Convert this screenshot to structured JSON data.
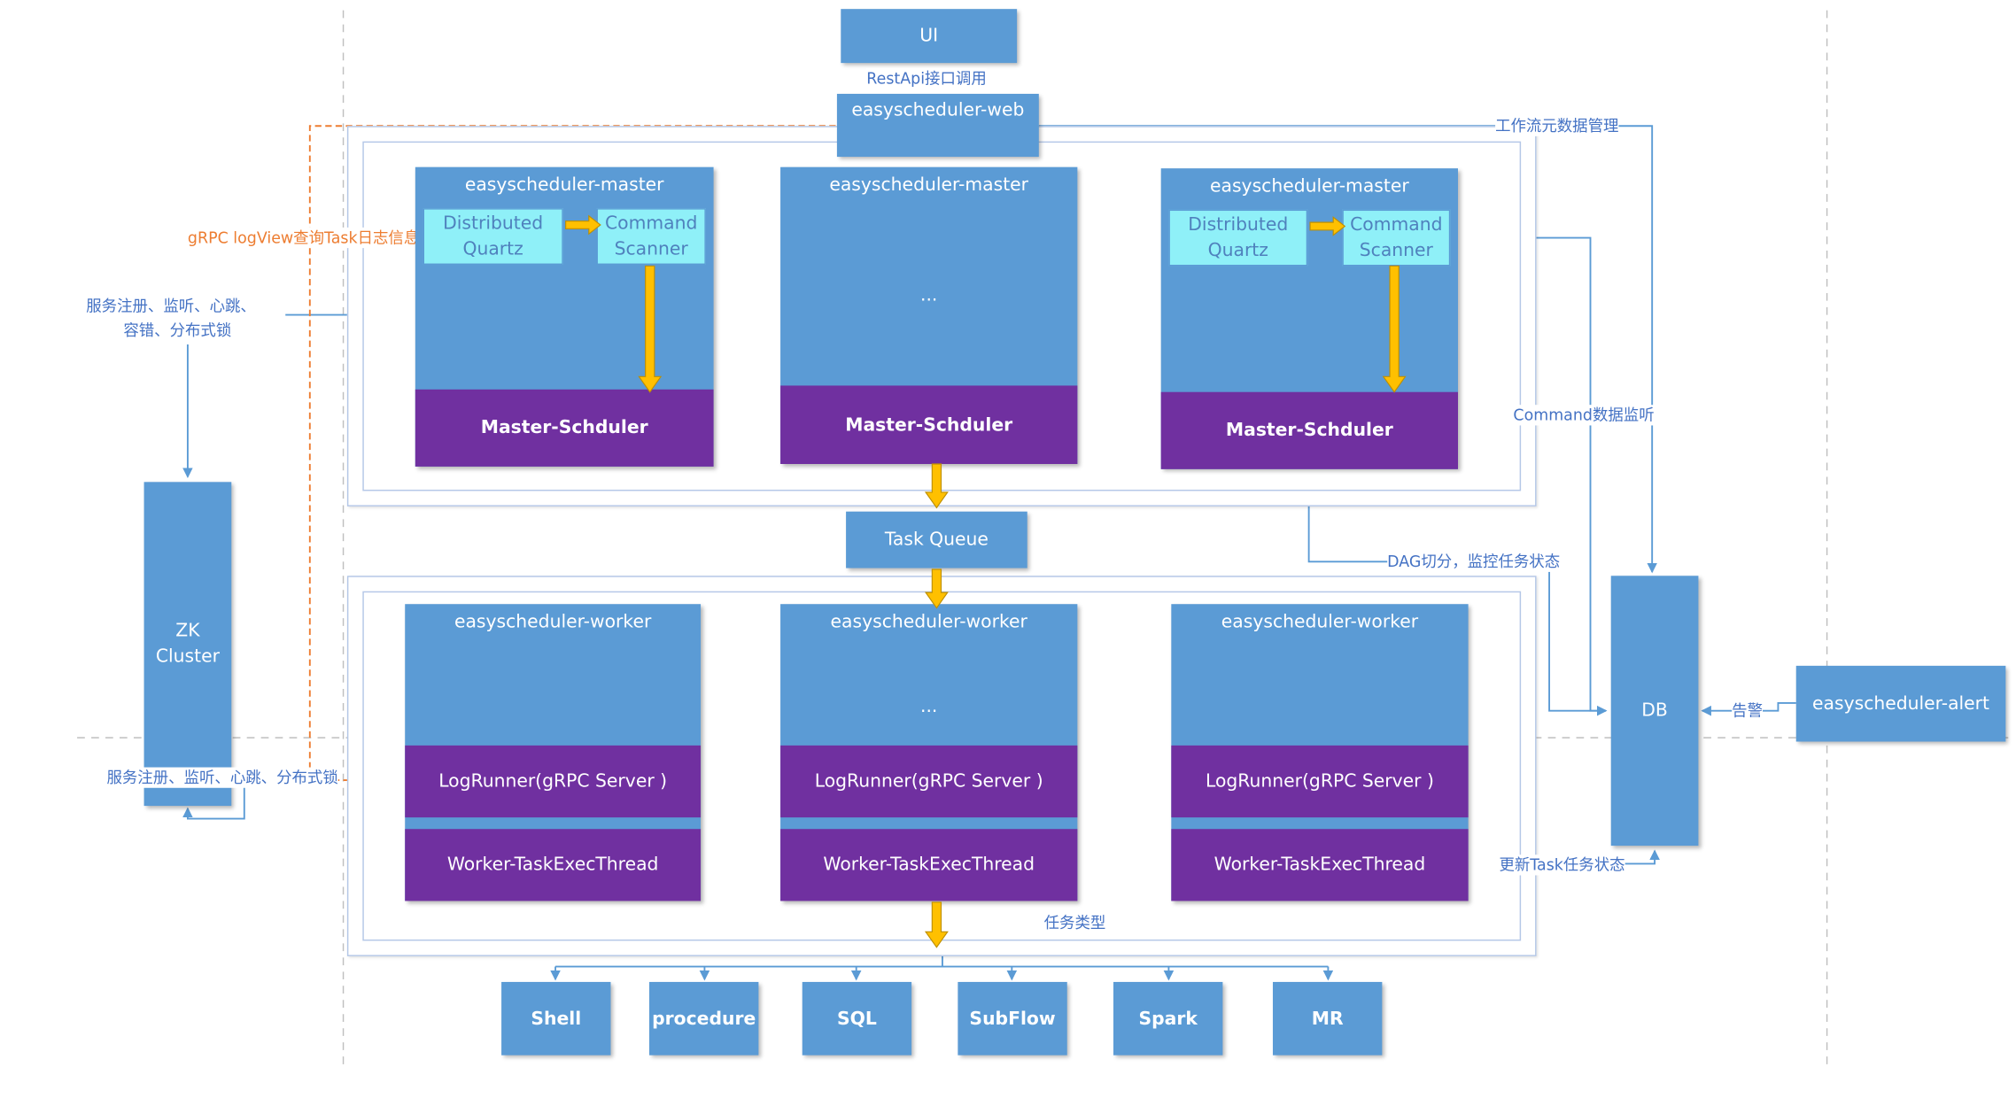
{
  "ui": "UI",
  "restapi": "RestApi接口调用",
  "web": "easyscheduler-web",
  "workflow_mgmt": "工作流元数据管理",
  "grpc_log": "gRPC logView查询Task日志信息",
  "service_reg_top": [
    "服务注册、监听、心跳、",
    "容错、分布式锁"
  ],
  "service_reg_bottom": "服务注册、监听、心跳、分布式锁",
  "zk": [
    "ZK",
    "Cluster"
  ],
  "masters": [
    {
      "title": "easyscheduler-master",
      "left": [
        "Distributed",
        "Quartz"
      ],
      "right": [
        "Command",
        "Scanner"
      ],
      "scheduler": "Master-Schduler"
    },
    {
      "title": "easyscheduler-master",
      "ellipsis": "...",
      "scheduler": "Master-Schduler"
    },
    {
      "title": "easyscheduler-master",
      "left": [
        "Distributed",
        "Quartz"
      ],
      "right": [
        "Command",
        "Scanner"
      ],
      "scheduler": "Master-Schduler"
    }
  ],
  "command_listen": "Command数据监听",
  "dag": "DAG切分，监控任务状态",
  "task_queue": "Task Queue",
  "workers": [
    {
      "title": "easyscheduler-worker",
      "logrunner": "LogRunner(gRPC Server )",
      "exec": "Worker-TaskExecThread"
    },
    {
      "title": "easyscheduler-worker",
      "ellipsis": "...",
      "logrunner": "LogRunner(gRPC Server )",
      "exec": "Worker-TaskExecThread"
    },
    {
      "title": "easyscheduler-worker",
      "logrunner": "LogRunner(gRPC Server )",
      "exec": "Worker-TaskExecThread"
    }
  ],
  "db": "DB",
  "alert": "easyscheduler-alert",
  "alarm": "告警",
  "update_task": "更新Task任务状态",
  "task_types_label": "任务类型",
  "task_types": [
    "Shell",
    "procedure",
    "SQL",
    "SubFlow",
    "Spark",
    "MR"
  ],
  "colors": {
    "box": "#5b9bd5",
    "purple": "#7030a0",
    "cyan": "#8ff0f8",
    "arrow": "#ffc000",
    "label": "#4472c4",
    "orange": "#ed7d31"
  }
}
